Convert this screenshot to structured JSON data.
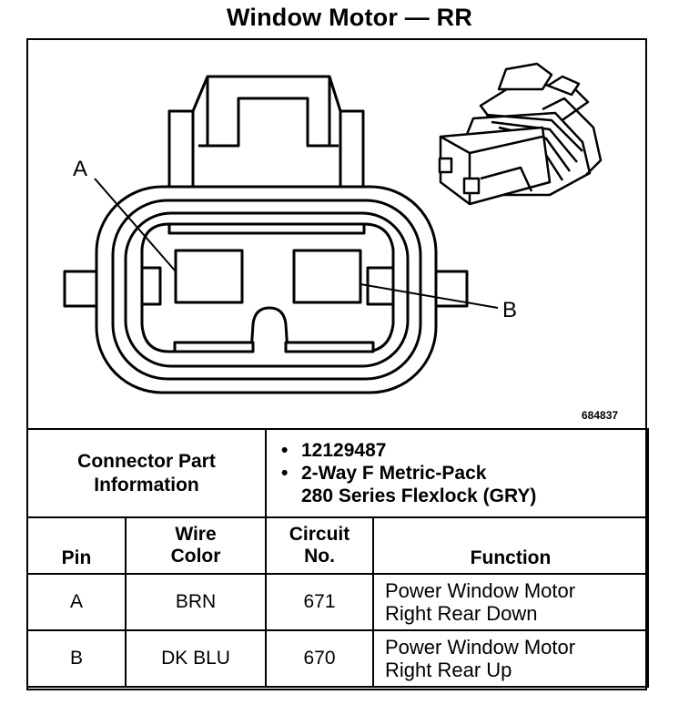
{
  "title": "Window Motor — RR",
  "figure_id": "684837",
  "callouts": {
    "a": "A",
    "b": "B"
  },
  "connector_info": {
    "label_line1": "Connector Part",
    "label_line2": "Information",
    "bullet": "•",
    "part_number": "12129487",
    "description_line1": "2-Way F Metric-Pack",
    "description_line2": "280 Series Flexlock (GRY)"
  },
  "table": {
    "headers": {
      "pin": "Pin",
      "wire_color_line1": "Wire",
      "wire_color_line2": "Color",
      "circuit_line1": "Circuit",
      "circuit_line2": "No.",
      "function": "Function"
    },
    "rows": [
      {
        "pin": "A",
        "wire_color": "BRN",
        "circuit": "671",
        "function_line1": "Power Window Motor",
        "function_line2": "Right Rear Down"
      },
      {
        "pin": "B",
        "wire_color": "DK BLU",
        "circuit": "670",
        "function_line1": "Power Window Motor",
        "function_line2": "Right Rear Up"
      }
    ]
  }
}
